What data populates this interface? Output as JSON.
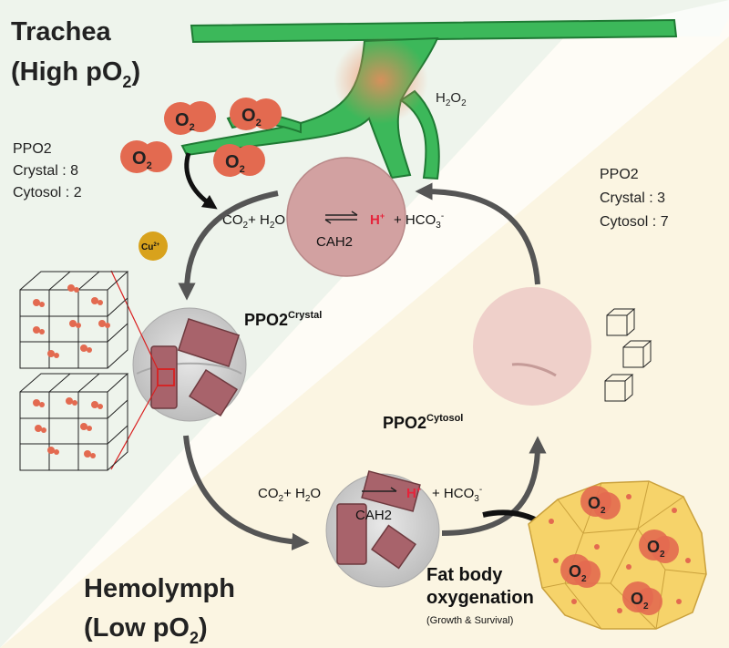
{
  "trachea": {
    "title_line1": "Trachea",
    "title_line2_prefix": "(High pO",
    "title_line2_sub": "2",
    "title_line2_suffix": ")"
  },
  "hemolymph": {
    "title_line1": "Hemolymph",
    "title_line2_prefix": "(Low pO",
    "title_line2_sub": "2",
    "title_line2_suffix": ")"
  },
  "h2o2": {
    "main": "H",
    "sub1": "2",
    "mid": "O",
    "sub2": "2"
  },
  "oxygen": {
    "main": "O",
    "sub": "2"
  },
  "copper": {
    "main": "Cu",
    "sup": "2+"
  },
  "left_counts": {
    "title": "PPO2",
    "crystal": "Crystal : 8",
    "cytosol": "Cytosol : 2"
  },
  "right_counts": {
    "title": "PPO2",
    "crystal": "Crystal : 3",
    "cytosol": "Cytosol : 7"
  },
  "reaction": {
    "co2_main": "CO",
    "co2_sub": "2",
    "plus_h": "+ H",
    "h2o_sub": "2",
    "h2o_o": "O",
    "h_plus_main": "H",
    "h_plus_sup": "+",
    "hco3_main": "+ HCO",
    "hco3_sub": "3",
    "hco3_sup": "-",
    "enzyme": "CAH2"
  },
  "ppo2_crystal": {
    "main": "PPO2",
    "sup": "Crystal"
  },
  "ppo2_cytosol": {
    "main": "PPO2",
    "sup": "Cytosol"
  },
  "fat_body": {
    "line1": "Fat body",
    "line2": "oxygenation",
    "note": "(Growth & Survival)"
  },
  "colors": {
    "trachea_bg": "#e7f1e4",
    "hemolymph_bg": "#fbf5e2",
    "trachea_tube": "#3cb85a",
    "oxygen": "#e36a50",
    "cell": "#d2a1a1",
    "crystal": "#a8636b",
    "hydrogen": "#e6233a",
    "copper": "#d8a21c",
    "fat_body": "#f6d36a",
    "arrow": "#555555"
  }
}
